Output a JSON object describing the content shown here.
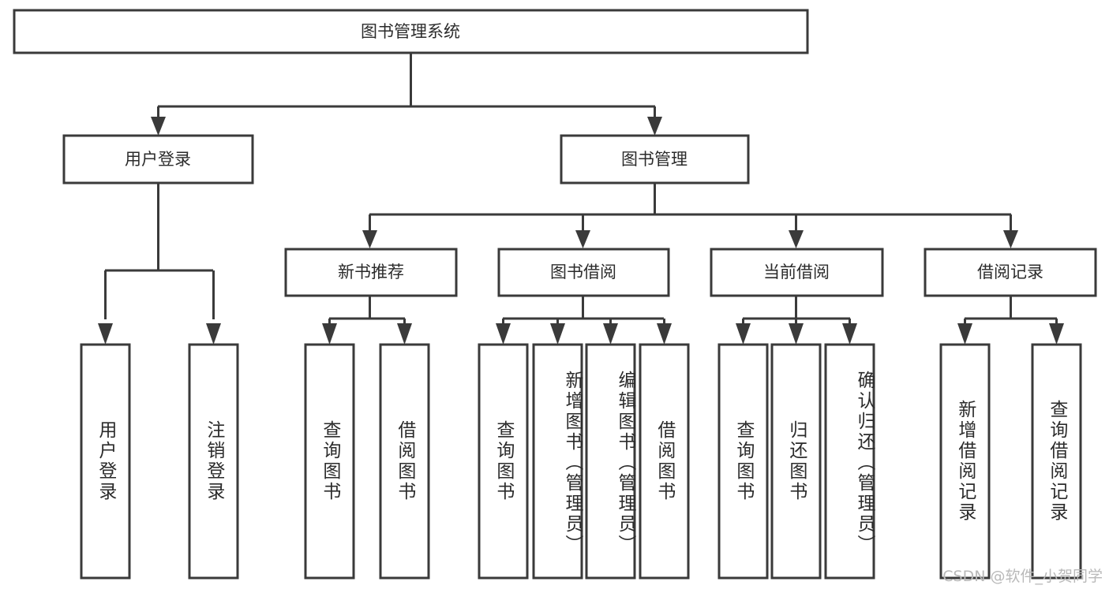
{
  "diagram": {
    "title": "图书管理系统",
    "type": "tree",
    "root": {
      "label": "图书管理系统"
    },
    "level2": [
      {
        "label": "用户登录"
      },
      {
        "label": "图书管理"
      }
    ],
    "level3": [
      {
        "label": "新书推荐"
      },
      {
        "label": "图书借阅"
      },
      {
        "label": "当前借阅"
      },
      {
        "label": "借阅记录"
      }
    ],
    "leaves": {
      "user_login": [
        {
          "label": "用户登录"
        },
        {
          "label": "注销登录"
        }
      ],
      "new_book_recommend": [
        {
          "label": "查询图书"
        },
        {
          "label": "借阅图书"
        }
      ],
      "book_borrow": [
        {
          "label": "查询图书"
        },
        {
          "label": "新增图书（管理员）"
        },
        {
          "label": "编辑图书（管理员）"
        },
        {
          "label": "借阅图书"
        }
      ],
      "current_borrow": [
        {
          "label": "查询图书"
        },
        {
          "label": "归还图书"
        },
        {
          "label": "确认归还（管理员）"
        }
      ],
      "borrow_record": [
        {
          "label": "新增借阅记录"
        },
        {
          "label": "查询借阅记录"
        }
      ]
    }
  },
  "watermark": {
    "text": "CSDN @软件_小贺同学"
  },
  "colors": {
    "stroke": "#3a3a3a",
    "fill": "#ffffff",
    "text": "#2b2b2b",
    "watermark": "#b9b9b9"
  }
}
